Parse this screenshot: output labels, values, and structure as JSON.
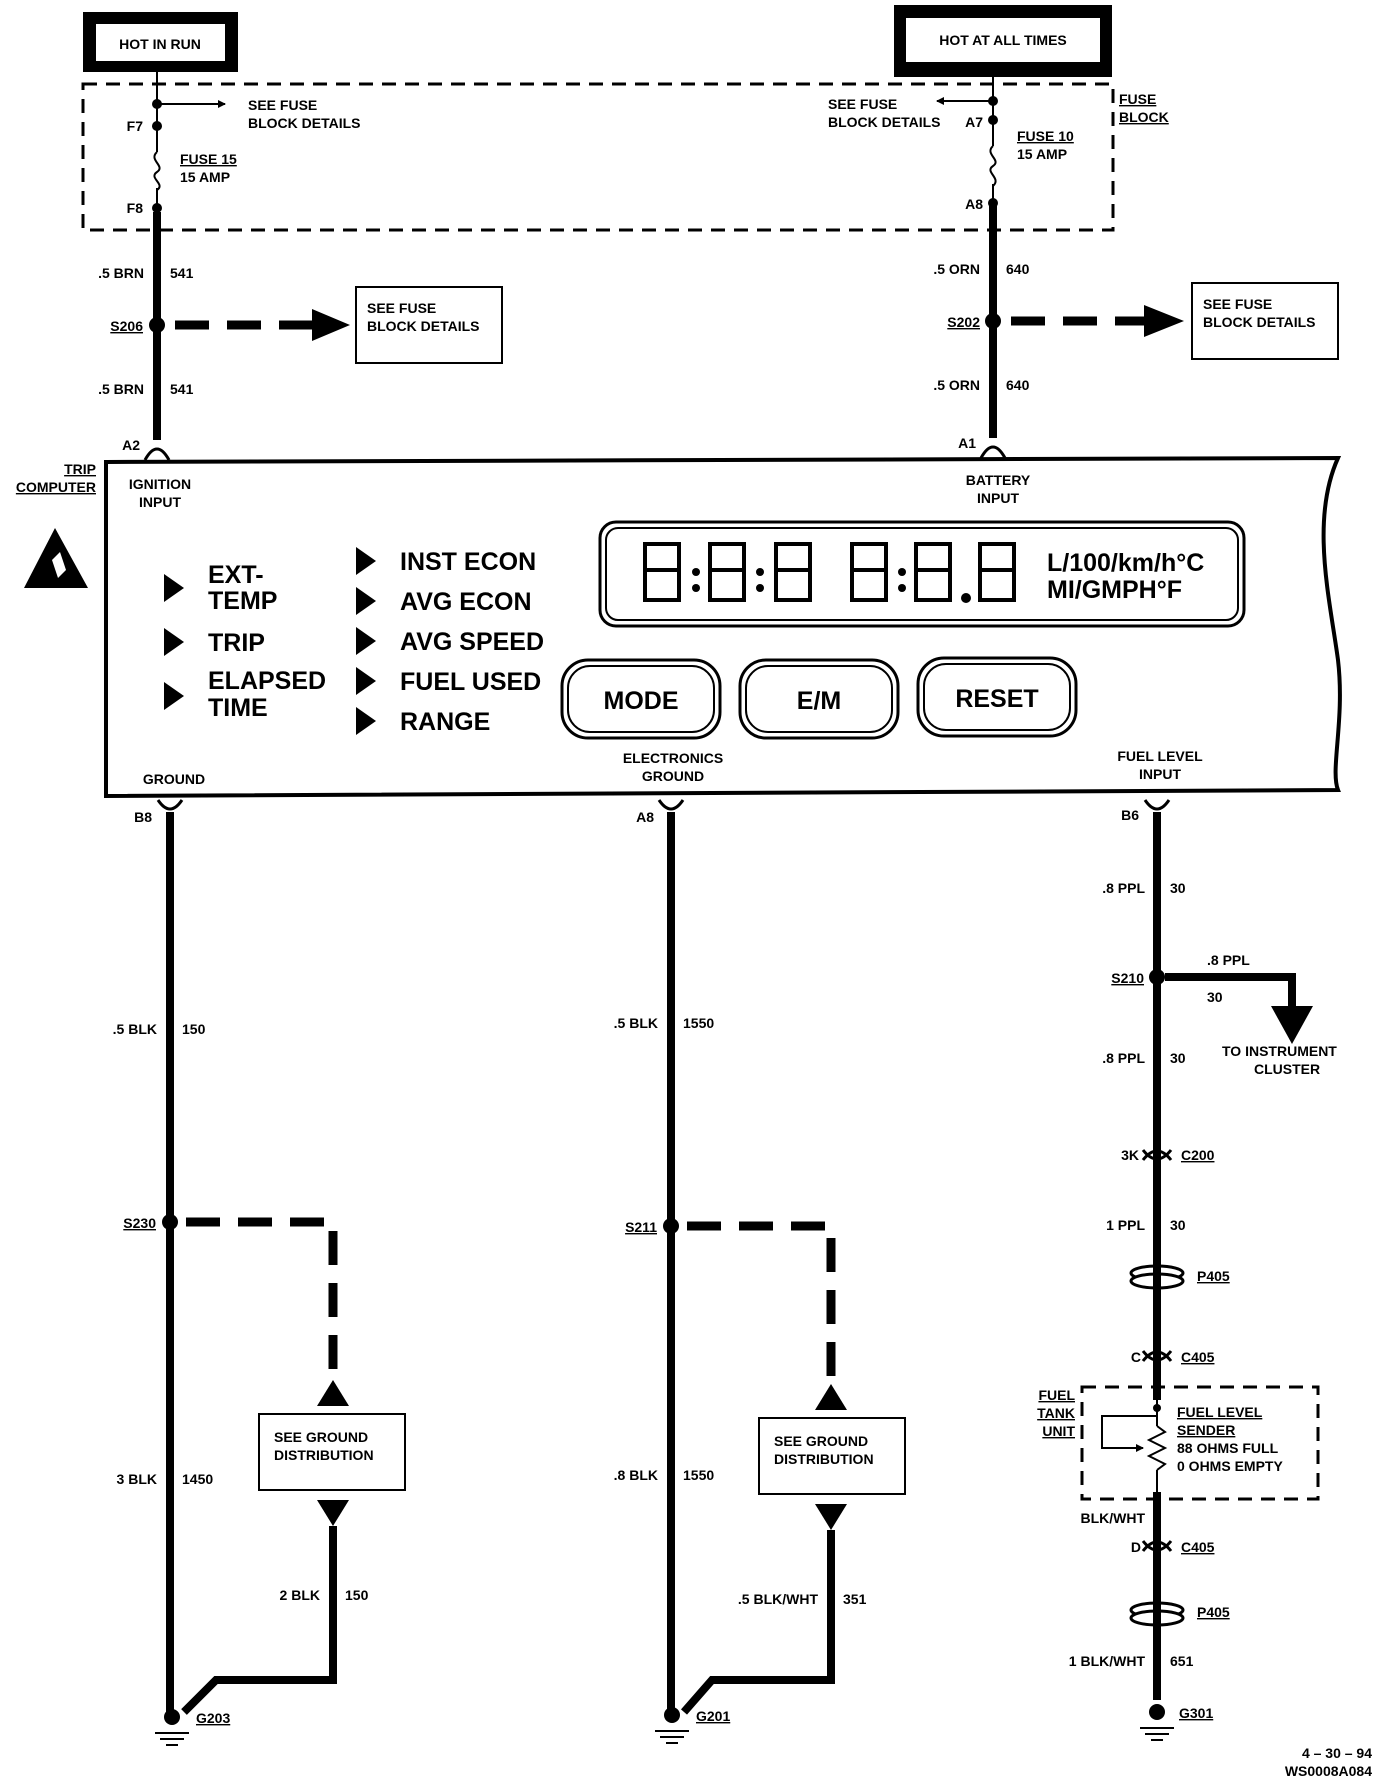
{
  "header": {
    "hot_in_run": "HOT IN RUN",
    "hot_at_all_times": "HOT AT ALL TIMES",
    "fuse_block": "FUSE BLOCK"
  },
  "fuse_block_left": {
    "see_fuse_line1": "SEE FUSE",
    "see_fuse_line2": "BLOCK DETAILS",
    "pin_top": "F7",
    "pin_bottom": "F8",
    "fuse_name": "FUSE 15",
    "fuse_rating": "15 AMP"
  },
  "fuse_block_right": {
    "see_fuse_line1": "SEE FUSE",
    "see_fuse_line2": "BLOCK DETAILS",
    "pin_top": "A7",
    "pin_bottom": "A8",
    "fuse_name": "FUSE 10",
    "fuse_rating": "15 AMP"
  },
  "left_feed": {
    "wire_upper": ".5 BRN",
    "circuit_upper": "541",
    "splice": "S206",
    "see_fuse_line1": "SEE FUSE",
    "see_fuse_line2": "BLOCK DETAILS",
    "wire_lower": ".5 BRN",
    "circuit_lower": "541",
    "connector": "A2"
  },
  "right_feed": {
    "wire_upper": ".5  ORN",
    "circuit_upper": "640",
    "splice": "S202",
    "see_fuse_line1": "SEE FUSE",
    "see_fuse_line2": "BLOCK DETAILS",
    "wire_lower": ".5 ORN",
    "circuit_lower": "640",
    "connector": "A1"
  },
  "trip_computer": {
    "name": "TRIP COMPUTER",
    "ignition_input_1": "IGNITION",
    "ignition_input_2": "INPUT",
    "battery_input_1": "BATTERY",
    "battery_input_2": "INPUT",
    "indicators_left": [
      "EXT-",
      "TEMP",
      "TRIP",
      "ELAPSED",
      "TIME"
    ],
    "indicators_right": [
      "INST ECON",
      "AVG ECON",
      "AVG SPEED",
      "FUEL USED",
      "RANGE"
    ],
    "display_units_1": "L/100/km/h°C",
    "display_units_2": "MI/GMPH°F",
    "button_mode": "MODE",
    "button_em": "E/M",
    "button_reset": "RESET",
    "ground_label": "GROUND",
    "electronics_ground_1": "ELECTRONICS",
    "electronics_ground_2": "GROUND",
    "fuel_level_input_1": "FUEL LEVEL",
    "fuel_level_input_2": "INPUT"
  },
  "ground_left": {
    "connector": "B8",
    "wire_upper": ".5  BLK",
    "circuit_upper": "150",
    "splice": "S230",
    "wire_lower": "3 BLK",
    "circuit_lower": "1450",
    "see_ground_1": "SEE GROUND",
    "see_ground_2": "DISTRIBUTION",
    "wire_branch": "2  BLK",
    "circuit_branch": "150",
    "ground": "G203"
  },
  "ground_mid": {
    "connector": "A8",
    "wire_upper": ".5 BLK",
    "circuit_upper": "1550",
    "splice": "S211",
    "wire_lower": ".8 BLK",
    "circuit_lower": "1550",
    "see_ground_1": "SEE GROUND",
    "see_ground_2": "DISTRIBUTION",
    "wire_branch": ".5  BLK/WHT",
    "circuit_branch": "351",
    "ground": "G201"
  },
  "fuel_circuit": {
    "connector": "B6",
    "wire_1": ".8 PPL",
    "circuit_1": "30",
    "splice": "S210",
    "branch_wire": ".8 PPL",
    "branch_circuit": "30",
    "to_cluster_1": "TO INSTRUMENT",
    "to_cluster_2": "CLUSTER",
    "wire_2": ".8 PPL",
    "circuit_2": "30",
    "c200_pin": "3K",
    "c200": "C200",
    "wire_3": "1 PPL",
    "circuit_3": "30",
    "p405_top": "P405",
    "c405_pin_c": "C",
    "c405_top": "C405",
    "fuel_tank_unit_1": "FUEL",
    "fuel_tank_unit_2": "TANK",
    "fuel_tank_unit_3": "UNIT",
    "sender_1": "FUEL LEVEL",
    "sender_2": "SENDER",
    "sender_3": "88 OHMS FULL",
    "sender_4": "0 OHMS EMPTY",
    "blk_wht": "BLK/WHT",
    "c405_pin_d": "D",
    "c405_bottom": "C405",
    "p405_bottom": "P405",
    "wire_4": "1 BLK/WHT",
    "circuit_4": "651",
    "ground": "G301"
  },
  "footer": {
    "date": "4 – 30 – 94",
    "code": "WS0008A084"
  }
}
